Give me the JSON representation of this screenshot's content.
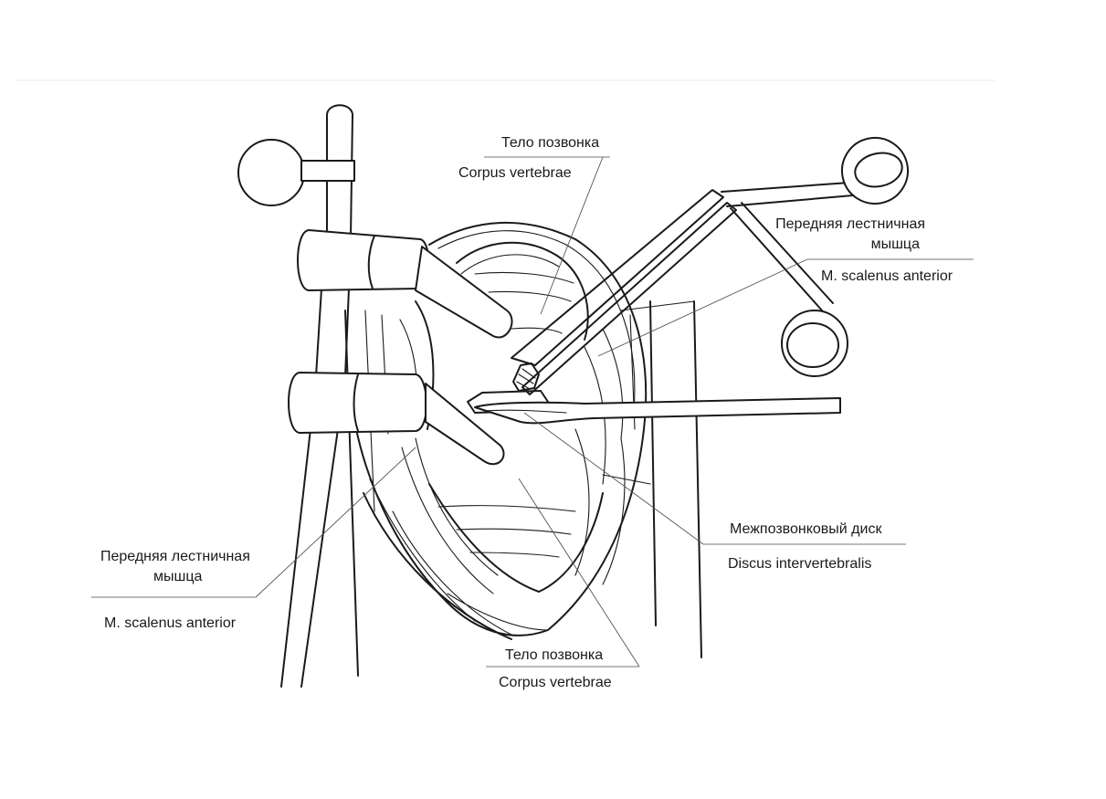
{
  "labels": {
    "top_vertebra_ru": "Тело позвонка",
    "top_vertebra_lat": "Corpus vertebrae",
    "right_muscle_ru_line1": "Передняя лестничная",
    "right_muscle_ru_line2": "мышца",
    "right_muscle_lat": "M. scalenus anterior",
    "disc_ru": "Межпозвонковый диск",
    "disc_lat": "Discus intervertebralis",
    "left_muscle_ru_line1": "Передняя лестничная",
    "left_muscle_ru_line2": "мышца",
    "left_muscle_lat": "M. scalenus anterior",
    "bottom_vertebra_ru": "Тело позвонка",
    "bottom_vertebra_lat": "Corpus vertebrae"
  },
  "colors": {
    "ink": "#1a1a1a",
    "background": "#ffffff"
  }
}
